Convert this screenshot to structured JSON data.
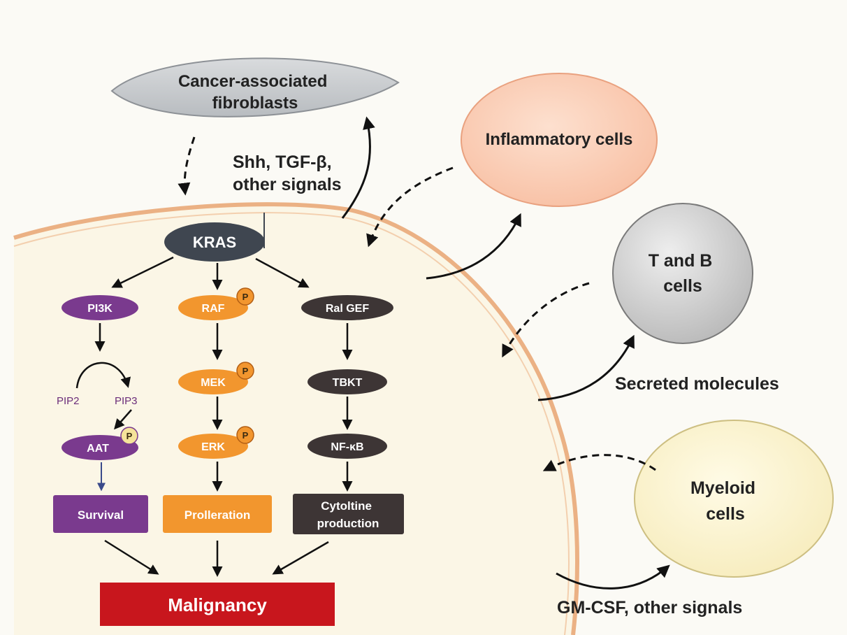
{
  "extracellular": {
    "caf": "Cancer-associated\nfibroblasts",
    "shh_signals": "Shh, TGF-β,\nother signals",
    "inflammatory": "Inflammatory cells",
    "t_b": "T and B\ncells",
    "secreted": "Secreted molecules",
    "myeloid": "Myeloid\ncells",
    "gmcsf": "GM-CSF, other signals"
  },
  "pathway": {
    "kras": "KRAS",
    "left": {
      "node1": "PI3K",
      "pip2": "PIP2",
      "pip3": "PIP3",
      "node2": "AAT",
      "outcome": "Survival"
    },
    "middle": {
      "node1": "RAF",
      "node2": "MEK",
      "node3": "ERK",
      "outcome": "Prolleration"
    },
    "right": {
      "node1": "Ral GEF",
      "node2": "TBKT",
      "node3": "NF-κB",
      "outcome": "Cytoltine\nproduction"
    },
    "phospho": "P",
    "malignancy": "Malignancy"
  },
  "colors": {
    "purple": "#7a3a8e",
    "orange": "#f2962e",
    "dark": "#3d3535",
    "kras": "#3f4650",
    "malignancy": "#c8161d",
    "phospho": "#f5e39a",
    "inflammatory": "#fbd2bc",
    "tb": "#cfcfcf",
    "myeloid": "#fbf3cc",
    "membrane": "#ebb184",
    "cell": "#fbf6e6"
  }
}
